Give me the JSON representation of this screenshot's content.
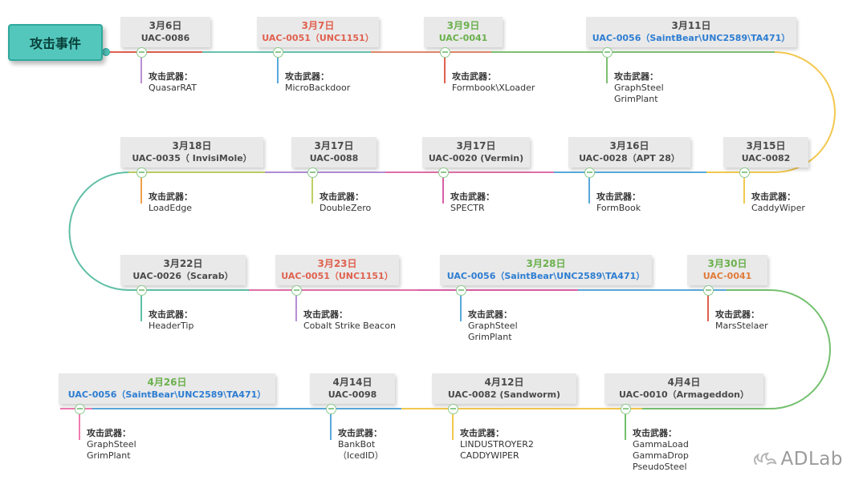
{
  "title_box": {
    "label": "攻击事件"
  },
  "weapon_prefix": "攻击武器：",
  "watermark": {
    "label": "ADLab"
  },
  "palette": {
    "title_fill": "#54c7bd",
    "title_border": "#2fa89d",
    "event_box_bg": "#e9e9e9",
    "marker_green": "#8cc98c",
    "red": "#e0614f",
    "green": "#6ab04c",
    "blue": "#2d7dd2",
    "orange": "#e07b39",
    "yellow": "#f2c84f",
    "pink": "#ef7bb0",
    "teal": "#5fbfa6"
  },
  "rows": [
    {
      "events": [
        {
          "date": "3月6日",
          "id": "UAC-0086",
          "weapons": [
            "QuasarRAT"
          ],
          "connector_color": "#b98fd6"
        },
        {
          "date": "3月7日",
          "id": "UAC-0051（UNC1151）",
          "date_color": "#e0614f",
          "id_color": "#e0614f",
          "weapons": [
            "MicroBackdoor"
          ],
          "connector_color": "#59a9db"
        },
        {
          "date": "3月9日",
          "id": "UAC-0041",
          "date_color": "#6ab04c",
          "id_color": "#6ab04c",
          "weapons": [
            "Formbook\\XLoader"
          ],
          "connector_color": "#e0614f"
        },
        {
          "date": "3月11日",
          "id": "UAC-0056（SaintBear\\UNC2589\\TA471）",
          "id_color": "#2d7dd2",
          "weapons": [
            "GraphSteel",
            "GrimPlant"
          ],
          "connector_color": "#7fbf72"
        }
      ]
    },
    {
      "events": [
        {
          "date": "3月18日",
          "id": "UAC-0035（ InvisiMole）",
          "weapons": [
            "LoadEdge"
          ],
          "connector_color": "#f0a04b"
        },
        {
          "date": "3月17日",
          "id": "UAC-0088",
          "weapons": [
            "DoubleZero"
          ],
          "connector_color": "#bccf63"
        },
        {
          "date": "3月17日",
          "id": "UAC-0020 (Vermin)",
          "weapons": [
            "SPECTR"
          ],
          "connector_color": "#d860a5"
        },
        {
          "date": "3月16日",
          "id": "UAC-0028（APT 28）",
          "weapons": [
            "FormBook"
          ],
          "connector_color": "#59a9db"
        },
        {
          "date": "3月15日",
          "id": "UAC-0082",
          "weapons": [
            "CaddyWiper"
          ],
          "connector_color": "#f2c84f"
        }
      ]
    },
    {
      "events": [
        {
          "date": "3月22日",
          "id": "UAC-0026（Scarab）",
          "weapons": [
            "HeaderTip"
          ],
          "connector_color": "#5fbfa6"
        },
        {
          "date": "3月23日",
          "id": "UAC-0051（UNC1151）",
          "date_color": "#e0614f",
          "id_color": "#e0614f",
          "weapons": [
            "Cobalt Strike Beacon"
          ],
          "connector_color": "#b98fd6"
        },
        {
          "date": "3月28日",
          "id": "UAC-0056（SaintBear\\UNC2589\\TA471）",
          "date_color": "#6ab04c",
          "id_color": "#2d7dd2",
          "weapons": [
            "GraphSteel",
            "GrimPlant"
          ],
          "connector_color": "#59a9db"
        },
        {
          "date": "3月30日",
          "id": "UAC-0041",
          "date_color": "#6ab04c",
          "id_color": "#e07b39",
          "weapons": [
            "MarsStelaer"
          ],
          "connector_color": "#e0614f"
        }
      ]
    },
    {
      "events": [
        {
          "date": "4月26日",
          "id": "UAC-0056（SaintBear\\UNC2589\\TA471）",
          "date_color": "#6ab04c",
          "id_color": "#2d7dd2",
          "weapons": [
            "GraphSteel",
            "GrimPlant"
          ],
          "connector_color": "#ef7bb0"
        },
        {
          "date": "4月14日",
          "id": "UAC-0098",
          "weapons": [
            "BankBot",
            "（IcedID）"
          ],
          "connector_color": "#59a9db"
        },
        {
          "date": "4月12日",
          "id": "UAC-0082 (Sandworm)",
          "weapons": [
            "LINDUSTROYER2",
            "CADDYWIPER"
          ],
          "connector_color": "#f2c84f"
        },
        {
          "date": "4月4日",
          "id": "UAC-0010（Armageddon）",
          "weapons": [
            "GammaLoad",
            "GammaDrop",
            "PseudoSteel"
          ],
          "connector_color": "#74c06f"
        }
      ]
    }
  ]
}
